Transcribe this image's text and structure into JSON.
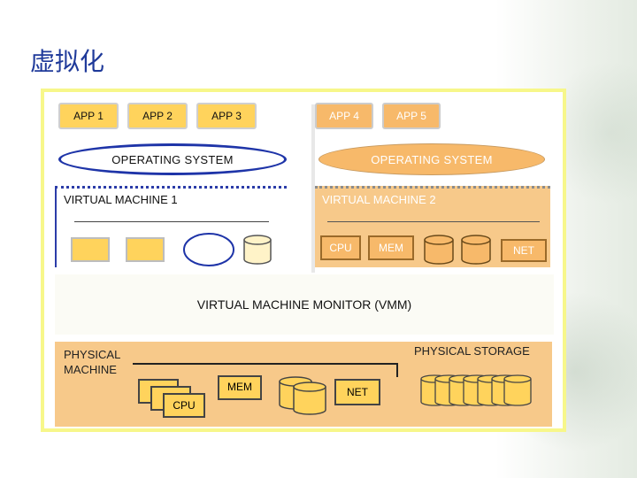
{
  "slide": {
    "title": "虚拟化"
  },
  "vm1": {
    "apps": [
      "APP 1",
      "APP 2",
      "APP 3"
    ],
    "os": "OPERATING SYSTEM",
    "label": "VIRTUAL MACHINE 1"
  },
  "vm2": {
    "apps": [
      "APP 4",
      "APP 5"
    ],
    "os": "OPERATING SYSTEM",
    "label": "VIRTUAL MACHINE 2",
    "cpu": "CPU",
    "mem": "MEM",
    "net": "NET"
  },
  "vmm": {
    "label": "VIRTUAL MACHINE MONITOR (VMM)"
  },
  "physical": {
    "label_line1": "PHYSICAL",
    "label_line2": "MACHINE",
    "storage": "PHYSICAL STORAGE",
    "cpu": "CPU",
    "mem": "MEM",
    "net": "NET"
  },
  "colors": {
    "title": "#1f3a9a",
    "frame": "#f7f78a",
    "app_yellow": "#ffd35c",
    "vm2_orange": "#f7b96a",
    "os1_border": "#1e34a8"
  },
  "icons": {
    "disk": "disk-cylinder-icon",
    "chip": "chip-icon"
  }
}
